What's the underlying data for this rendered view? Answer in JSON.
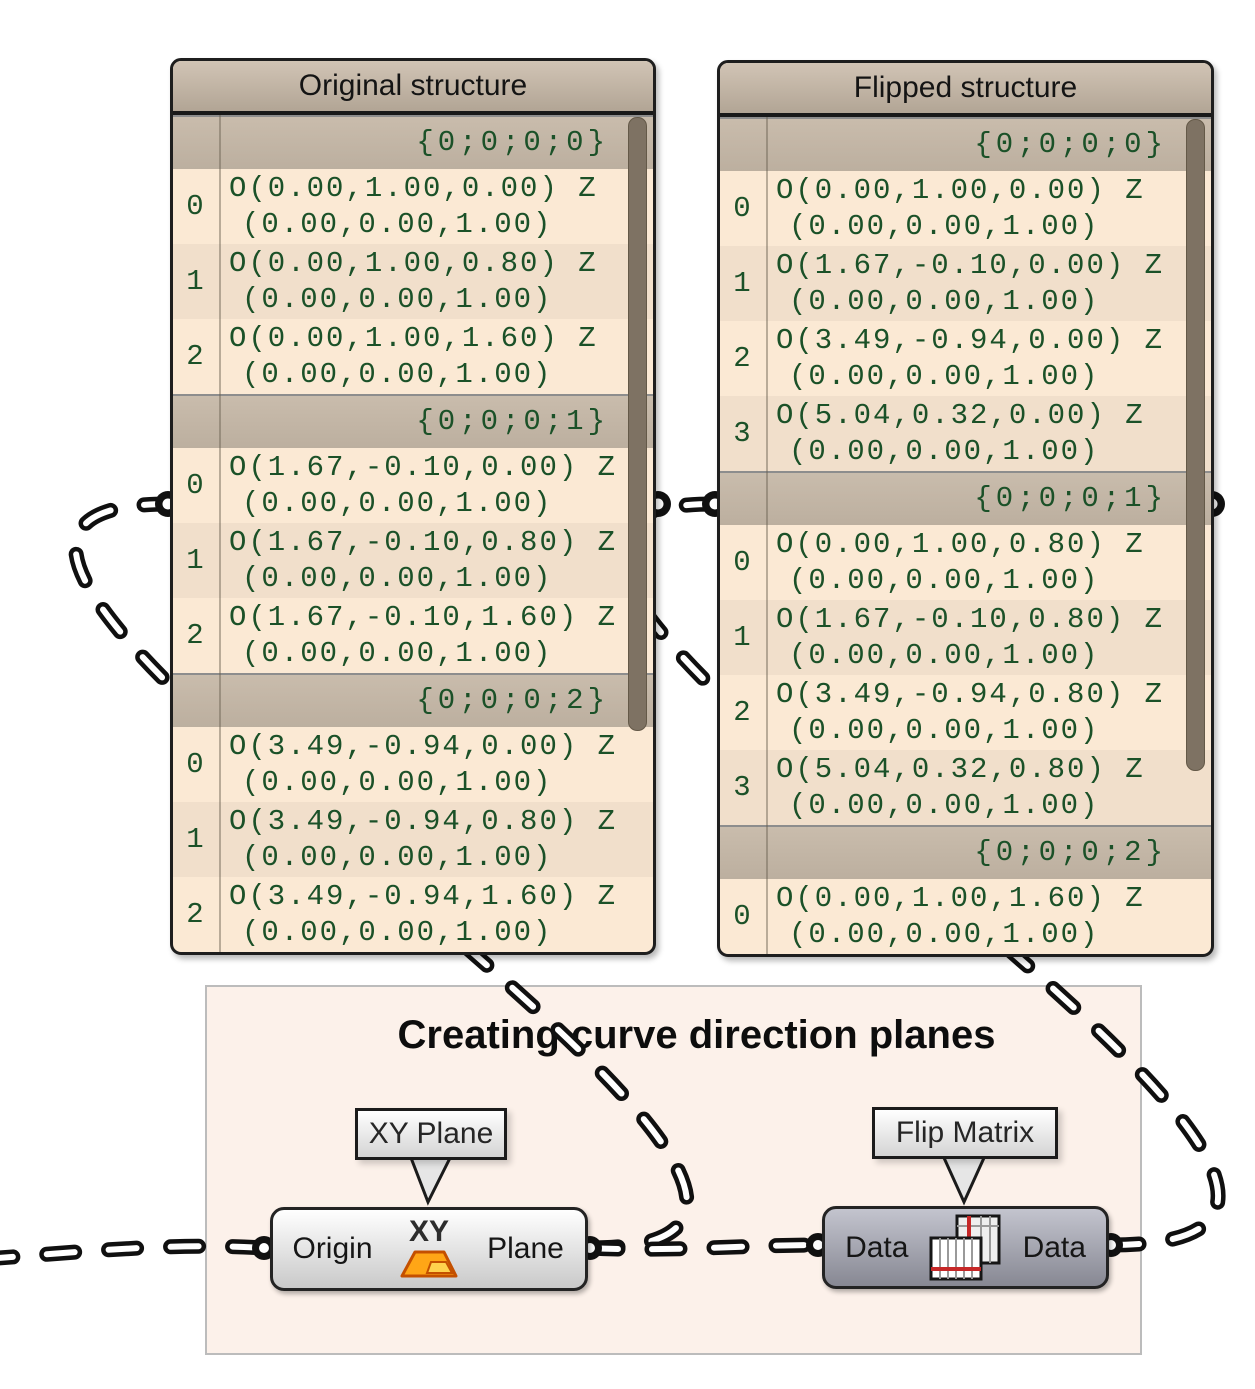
{
  "panels": [
    {
      "id": "original",
      "title": "Original structure",
      "branches": [
        {
          "path": "{0;0;0;0}",
          "rows": [
            {
              "index": "0",
              "origin": "O(0.00,1.00,0.00) Z",
              "z": "(0.00,0.00,1.00)"
            },
            {
              "index": "1",
              "origin": "O(0.00,1.00,0.80) Z",
              "z": "(0.00,0.00,1.00)"
            },
            {
              "index": "2",
              "origin": "O(0.00,1.00,1.60) Z",
              "z": "(0.00,0.00,1.00)"
            }
          ]
        },
        {
          "path": "{0;0;0;1}",
          "rows": [
            {
              "index": "0",
              "origin": "O(1.67,-0.10,0.00) Z",
              "z": "(0.00,0.00,1.00)"
            },
            {
              "index": "1",
              "origin": "O(1.67,-0.10,0.80) Z",
              "z": "(0.00,0.00,1.00)"
            },
            {
              "index": "2",
              "origin": "O(1.67,-0.10,1.60) Z",
              "z": "(0.00,0.00,1.00)"
            }
          ]
        },
        {
          "path": "{0;0;0;2}",
          "rows": [
            {
              "index": "0",
              "origin": "O(3.49,-0.94,0.00) Z",
              "z": "(0.00,0.00,1.00)"
            },
            {
              "index": "1",
              "origin": "O(3.49,-0.94,0.80) Z",
              "z": "(0.00,0.00,1.00)"
            },
            {
              "index": "2",
              "origin": "O(3.49,-0.94,1.60) Z",
              "z": "(0.00,0.00,1.00)"
            }
          ]
        }
      ]
    },
    {
      "id": "flipped",
      "title": "Flipped structure",
      "branches": [
        {
          "path": "{0;0;0;0}",
          "rows": [
            {
              "index": "0",
              "origin": "O(0.00,1.00,0.00) Z",
              "z": "(0.00,0.00,1.00)"
            },
            {
              "index": "1",
              "origin": "O(1.67,-0.10,0.00) Z",
              "z": "(0.00,0.00,1.00)"
            },
            {
              "index": "2",
              "origin": "O(3.49,-0.94,0.00) Z",
              "z": "(0.00,0.00,1.00)"
            },
            {
              "index": "3",
              "origin": "O(5.04,0.32,0.00) Z",
              "z": "(0.00,0.00,1.00)"
            }
          ]
        },
        {
          "path": "{0;0;0;1}",
          "rows": [
            {
              "index": "0",
              "origin": "O(0.00,1.00,0.80) Z",
              "z": "(0.00,0.00,1.00)"
            },
            {
              "index": "1",
              "origin": "O(1.67,-0.10,0.80) Z",
              "z": "(0.00,0.00,1.00)"
            },
            {
              "index": "2",
              "origin": "O(3.49,-0.94,0.80) Z",
              "z": "(0.00,0.00,1.00)"
            },
            {
              "index": "3",
              "origin": "O(5.04,0.32,0.80) Z",
              "z": "(0.00,0.00,1.00)"
            }
          ]
        },
        {
          "path": "{0;0;0;2}",
          "rows": [
            {
              "index": "0",
              "origin": "O(0.00,1.00,1.60) Z",
              "z": "(0.00,0.00,1.00)"
            }
          ]
        }
      ]
    }
  ],
  "group": {
    "title": "Creating curve direction planes"
  },
  "name_tags": [
    {
      "text": "XY Plane"
    },
    {
      "text": "Flip Matrix"
    }
  ],
  "components": {
    "xy_plane": {
      "input_label": "Origin",
      "output_label": "Plane",
      "icon": "xy-plane-icon"
    },
    "flip_matrix": {
      "input_label": "Data",
      "output_label": "Data",
      "icon": "flip-matrix-icon"
    }
  },
  "colors": {
    "panel_bg": "#fbe9d4",
    "panel_row_alt": "#f1dfcb",
    "panel_band": "#c3b6a7",
    "data_text_green": "#1b5128",
    "group_bg": "#fcf1ea",
    "wire_black": "#101010",
    "icon_orange": "#ffa616",
    "icon_yellow": "#ffd24d",
    "icon_red": "#c62828"
  }
}
